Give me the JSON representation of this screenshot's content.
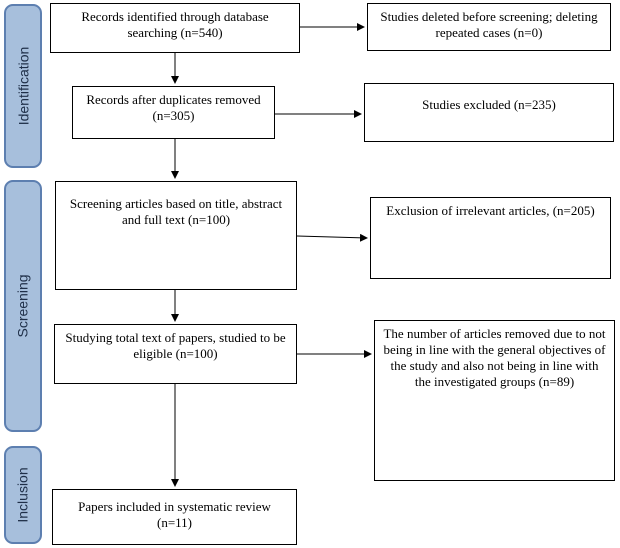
{
  "phases": {
    "identification": "Identification",
    "screening": "Screening",
    "inclusion": "Inclusion"
  },
  "boxes": {
    "records_identified": "Records identified through database searching (n=540)",
    "deleted_before_screening": "Studies deleted before screening; deleting repeated cases (n=0)",
    "after_duplicates": "Records after duplicates removed (n=305)",
    "studies_excluded": "Studies excluded (n=235)",
    "screening_articles": "Screening articles based on title, abstract and full text (n=100)",
    "irrelevant_excluded": "Exclusion of irrelevant articles, (n=205)",
    "full_text_eligible": "Studying total text of papers, studied to be eligible (n=100)",
    "removed_not_in_line": "The number of articles removed due to not being in line with the general objectives of the study and also not being in line with the investigated groups (n=89)",
    "included": "Papers included in systematic review (n=11)"
  },
  "colors": {
    "phase_fill": "#a7bfdc",
    "phase_border": "#5d7fb0"
  }
}
